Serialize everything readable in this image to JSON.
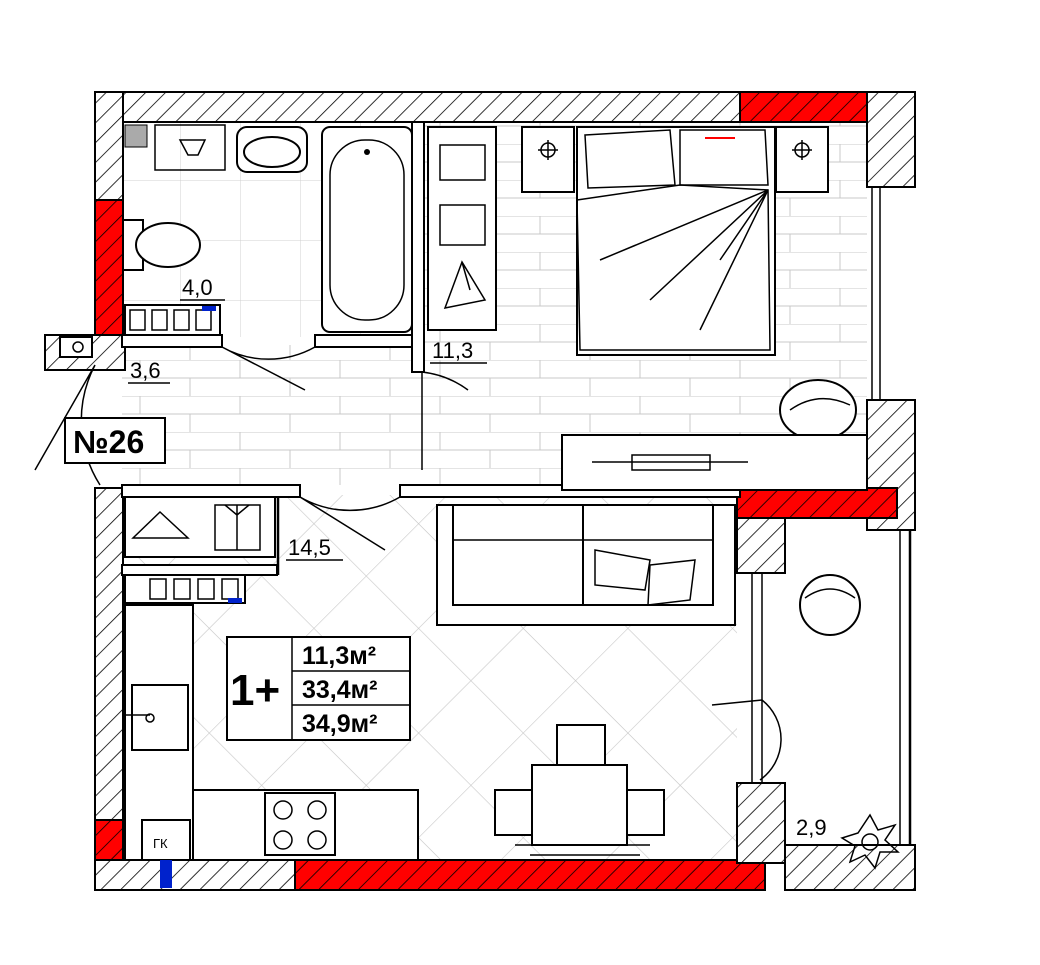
{
  "apartment": {
    "number_label": "№26",
    "rooms_label": "1+",
    "areas": [
      "11,3м²",
      "33,4м²",
      "34,9м²"
    ]
  },
  "rooms": {
    "bathroom_area": "4,0",
    "hallway_area": "3,6",
    "bedroom_area": "11,3",
    "closet_area": "14,5",
    "balcony_area": "2,9"
  },
  "markers": {
    "drywall": "ГК"
  },
  "colors": {
    "wall_hatch": "#000000",
    "load_bearing": "#ff0000",
    "radiator_marker": "#0022cc"
  }
}
